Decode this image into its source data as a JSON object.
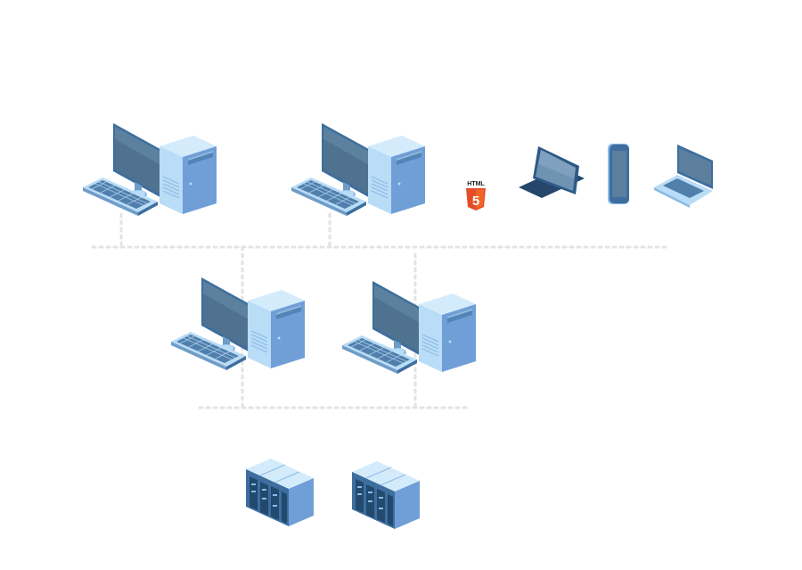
{
  "badge": {
    "text": "HTML",
    "number": "5"
  },
  "colors": {
    "background": "#ffffff",
    "connector": "#e3e3e3",
    "device_light": "#b9dcf7",
    "device_mid": "#8cbbe6",
    "device_dark": "#3d6e9e",
    "screen": "#4e7290",
    "html5_orange": "#e44d26"
  },
  "nodes": [
    {
      "name": "desktop-workstation-1",
      "icon": "desktop-computer-icon"
    },
    {
      "name": "desktop-workstation-2",
      "icon": "desktop-computer-icon"
    },
    {
      "name": "html5-badge",
      "icon": "html5-logo-icon"
    },
    {
      "name": "tablet",
      "icon": "tablet-icon"
    },
    {
      "name": "smartphone",
      "icon": "smartphone-icon"
    },
    {
      "name": "laptop",
      "icon": "laptop-icon"
    },
    {
      "name": "desktop-workstation-3",
      "icon": "desktop-computer-icon"
    },
    {
      "name": "desktop-workstation-4",
      "icon": "desktop-computer-icon"
    },
    {
      "name": "server-rack-1",
      "icon": "server-rack-icon"
    },
    {
      "name": "server-rack-2",
      "icon": "server-rack-icon"
    }
  ]
}
